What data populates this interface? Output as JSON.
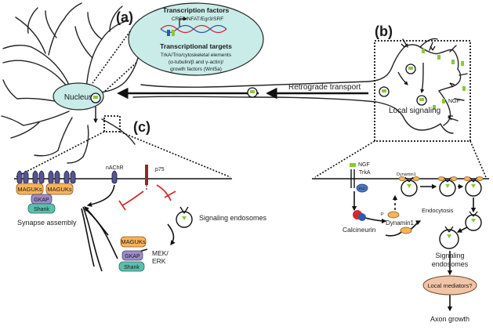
{
  "panels": {
    "a": "(a)",
    "b": "(b)",
    "c": "(c)"
  },
  "transcription": {
    "title": "Transcription factors",
    "factors": "CREB/NFAT/Egr3/SRF",
    "targets_title": "Transcriptional targets",
    "targets_line1": "TrkA/Trio/cytoskeletal elements",
    "targets_line2": "(α-tubulin/β and γ-actin)/",
    "targets_line3": "growth factors (Wnt5a)"
  },
  "neuron": {
    "nucleus": "Nucleus",
    "retrograde": "Retrograde transport",
    "local_signaling": "Local signaling",
    "ngf": "NGF"
  },
  "panel_c": {
    "nachr": "nAChR",
    "p75": "p75",
    "maguks": "MAGUKs",
    "gkap": "GKAP",
    "shank": "Shank",
    "synapse_assembly": "Synapse assembly",
    "signaling_endosomes": "Signaling endosomes",
    "mek": "MEK/",
    "erk": "ERK"
  },
  "panel_b_detail": {
    "ngf": "NGF",
    "trka": "TrkA",
    "plc": "PLC",
    "dynamin_top": "Dynamin1",
    "p": "P",
    "dynamin": "Dynamin1",
    "calcineurin": "Calcineurin",
    "endocytosis": "Endocytosis",
    "signaling": "Signaling",
    "endosomes": "endosomes",
    "local_mediators": "Local mediators?",
    "axon_growth": "Axon growth"
  },
  "colors": {
    "nucleus_fill": "#c9ece9",
    "maguks_fill": "#f7b35a",
    "gkap_fill": "#9c8cc9",
    "shank_fill": "#5bbfad",
    "receptor_fill": "#56558f",
    "inhibit_red": "#d32f2f",
    "ngf_green": "#8cc63f",
    "mediator_fill": "#f2c4a6",
    "calcineurin_red": "#d8262d",
    "calcineurin_blue": "#2e5aa8"
  }
}
